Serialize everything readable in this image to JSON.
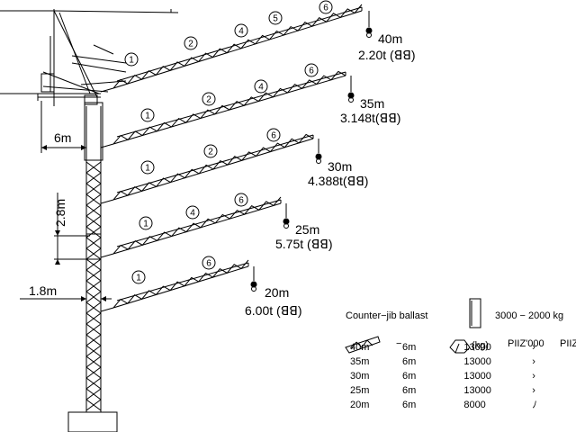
{
  "configurations": [
    {
      "jib_length": "40m",
      "load": "2.20t (ꓭꓭ)",
      "sections": [
        "1",
        "2",
        "4",
        "5",
        "6"
      ]
    },
    {
      "jib_length": "35m",
      "load": "3.148t(ꓭꓭ)",
      "sections": [
        "1",
        "2",
        "4",
        "6"
      ]
    },
    {
      "jib_length": "30m",
      "load": "4.388t(ꓭꓭ)",
      "sections": [
        "1",
        "2",
        "6"
      ]
    },
    {
      "jib_length": "25m",
      "load": "5.75t  (ꓭꓭ)",
      "sections": [
        "1",
        "4",
        "6"
      ]
    },
    {
      "jib_length": "20m",
      "load": "6.00t  (ꓭꓭ)",
      "sections": [
        "1",
        "6"
      ]
    }
  ],
  "dimensions": {
    "jib_offset": "6m",
    "section_height": "2.8m",
    "mast_width": "1.8m"
  },
  "ballast": {
    "title": "Counter−jib ballast",
    "range": "3000 − 2000 kg",
    "headers": {
      "arm": "−",
      "weight": "(kg)",
      "qty1": "PIIZ'000",
      "qty2": "PIIZ"
    },
    "rows": [
      {
        "jib": "40m",
        "arm": "6m",
        "weight": "13000",
        "qty": "›"
      },
      {
        "jib": "35m",
        "arm": "6m",
        "weight": "13000",
        "qty": "›"
      },
      {
        "jib": "30m",
        "arm": "6m",
        "weight": "13000",
        "qty": "›"
      },
      {
        "jib": "25m",
        "arm": "6m",
        "weight": "13000",
        "qty": "›"
      },
      {
        "jib": "20m",
        "arm": "6m",
        "weight": "8000",
        "qty": "ﾉ"
      }
    ]
  }
}
